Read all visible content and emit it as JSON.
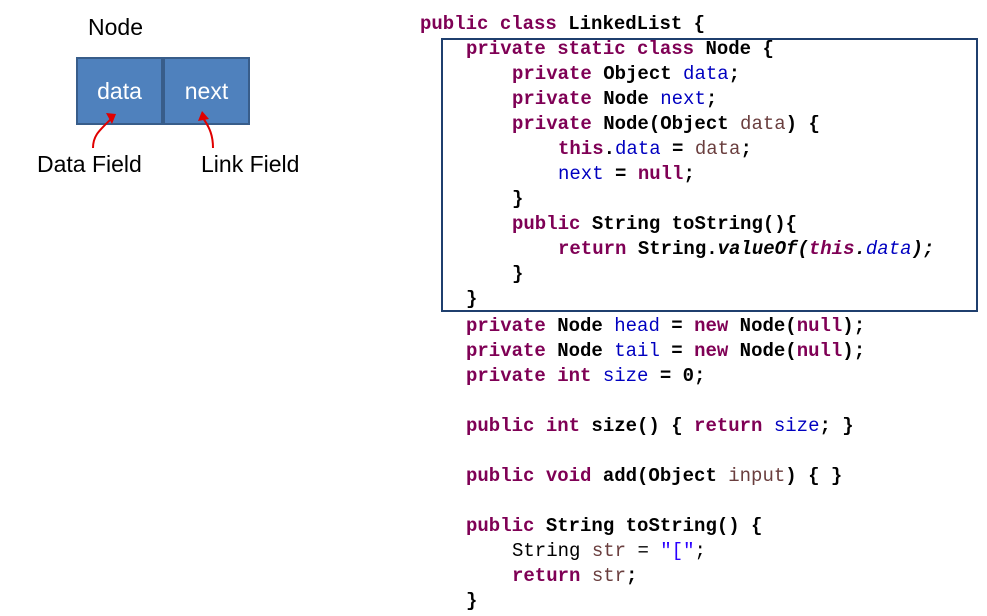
{
  "diagram": {
    "title": "Node",
    "cells": {
      "data": "data",
      "next": "next"
    },
    "captions": {
      "data_field": "Data Field",
      "link_field": "Link Field"
    },
    "colors": {
      "cell_fill": "#4f81bd",
      "cell_border": "#385d8a",
      "arrow": "#e00000"
    }
  },
  "code": {
    "lines": [
      [
        {
          "t": "public class ",
          "c": "kw"
        },
        {
          "t": "LinkedList {",
          "c": "bd"
        }
      ],
      [
        {
          "t": "private static class ",
          "c": "kw"
        },
        {
          "t": "Node {",
          "c": "bd"
        }
      ],
      [
        {
          "t": "private ",
          "c": "kw"
        },
        {
          "t": "Object ",
          "c": "bd"
        },
        {
          "t": "data",
          "c": "fd"
        },
        {
          "t": ";",
          "c": "bd"
        }
      ],
      [
        {
          "t": "private ",
          "c": "kw"
        },
        {
          "t": "Node ",
          "c": "bd"
        },
        {
          "t": "next",
          "c": "fd"
        },
        {
          "t": ";",
          "c": "bd"
        }
      ],
      [
        {
          "t": "private ",
          "c": "kw"
        },
        {
          "t": "Node(Object ",
          "c": "bd"
        },
        {
          "t": "data",
          "c": "pv"
        },
        {
          "t": ") {",
          "c": "bd"
        }
      ],
      [
        {
          "t": "this",
          "c": "kw"
        },
        {
          "t": ".",
          "c": "bd"
        },
        {
          "t": "data",
          "c": "fd"
        },
        {
          "t": " = ",
          "c": "bd"
        },
        {
          "t": "data",
          "c": "pv"
        },
        {
          "t": ";",
          "c": "bd"
        }
      ],
      [
        {
          "t": "next",
          "c": "fd"
        },
        {
          "t": " = ",
          "c": "bd"
        },
        {
          "t": "null",
          "c": "kw"
        },
        {
          "t": ";",
          "c": "bd"
        }
      ],
      [
        {
          "t": "}",
          "c": "bd"
        }
      ],
      [
        {
          "t": "public ",
          "c": "kw"
        },
        {
          "t": "String toString(){",
          "c": "bd"
        }
      ],
      [
        {
          "t": "return ",
          "c": "kw"
        },
        {
          "t": "String.",
          "c": "bd"
        },
        {
          "t": "valueOf(",
          "c": "bd it"
        },
        {
          "t": "this",
          "c": "kw it"
        },
        {
          "t": ".",
          "c": "bd it"
        },
        {
          "t": "data",
          "c": "fd it"
        },
        {
          "t": ");",
          "c": "bd it"
        }
      ],
      [
        {
          "t": "}",
          "c": "bd"
        }
      ],
      [
        {
          "t": "}",
          "c": "bd"
        }
      ],
      [
        {
          "t": "private ",
          "c": "kw"
        },
        {
          "t": "Node ",
          "c": "bd"
        },
        {
          "t": "head",
          "c": "fd"
        },
        {
          "t": " = ",
          "c": "bd"
        },
        {
          "t": "new ",
          "c": "kw"
        },
        {
          "t": "Node(",
          "c": "bd"
        },
        {
          "t": "null",
          "c": "kw"
        },
        {
          "t": ");",
          "c": "bd"
        }
      ],
      [
        {
          "t": "private ",
          "c": "kw"
        },
        {
          "t": "Node ",
          "c": "bd"
        },
        {
          "t": "tail",
          "c": "fd"
        },
        {
          "t": " = ",
          "c": "bd"
        },
        {
          "t": "new ",
          "c": "kw"
        },
        {
          "t": "Node(",
          "c": "bd"
        },
        {
          "t": "null",
          "c": "kw"
        },
        {
          "t": ");",
          "c": "bd"
        }
      ],
      [
        {
          "t": "private int ",
          "c": "kw"
        },
        {
          "t": "size",
          "c": "fd"
        },
        {
          "t": " = 0;",
          "c": "bd"
        }
      ],
      [],
      [
        {
          "t": "public int ",
          "c": "kw"
        },
        {
          "t": "size() { ",
          "c": "bd"
        },
        {
          "t": "return ",
          "c": "kw"
        },
        {
          "t": "size",
          "c": "fd"
        },
        {
          "t": "; }",
          "c": "bd"
        }
      ],
      [],
      [
        {
          "t": "public void ",
          "c": "kw"
        },
        {
          "t": "add(Object ",
          "c": "bd"
        },
        {
          "t": "input",
          "c": "pv"
        },
        {
          "t": ") { }",
          "c": "bd"
        }
      ],
      [],
      [
        {
          "t": "public ",
          "c": "kw"
        },
        {
          "t": "String toString() {",
          "c": "bd"
        }
      ],
      [
        {
          "t": "String ",
          "c": ""
        },
        {
          "t": "str",
          "c": "pv"
        },
        {
          "t": " = ",
          "c": ""
        },
        {
          "t": "\"[\"",
          "c": "st"
        },
        {
          "t": ";",
          "c": ""
        }
      ],
      [
        {
          "t": "return ",
          "c": "kw"
        },
        {
          "t": "str",
          "c": "pv"
        },
        {
          "t": ";",
          "c": "bd"
        }
      ],
      [
        {
          "t": "}",
          "c": "bd"
        }
      ]
    ]
  }
}
